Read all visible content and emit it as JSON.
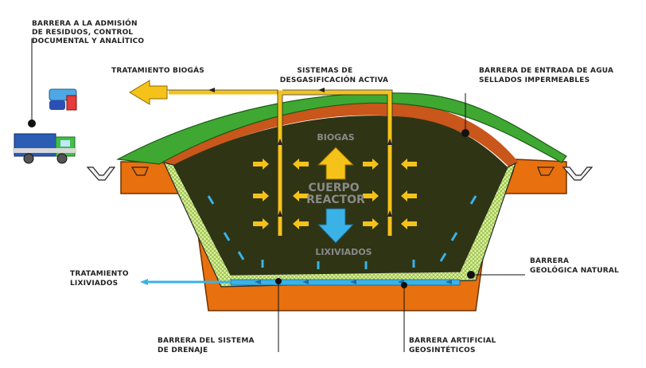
{
  "labels": {
    "barrera_admision": [
      "BARRERA A LA ADMISIÓN",
      "DE RESIDUOS, CONTROL",
      "DOCUMENTAL Y ANALÍTICO"
    ],
    "tratamiento_biogas": "TRATAMIENTO BIOGÁS",
    "sistemas_desgasificacion": [
      "SISTEMAS DE",
      "DESGASIFICACIÓN ACTIVA"
    ],
    "barrera_entrada_agua": [
      "BARRERA DE ENTRADA DE AGUA",
      "SELLADOS IMPERMEABLES"
    ],
    "biogas": "BIOGAS",
    "cuerpo_reactor": [
      "CUERPO",
      "REACTOR"
    ],
    "lixiviados": "LIXIVIADOS",
    "tratamiento_lixiviados": [
      "TRATAMIENTO",
      "LIXIVIADOS"
    ],
    "barrera_geologica": [
      "BARRERA",
      "GEOLÓGICA NATURAL"
    ],
    "barrera_drenaje": [
      "BARRERA DEL SISTEMA",
      "DE DRENAJE"
    ],
    "barrera_artificial": [
      "BARRERA ARTIFICIAL",
      "GEOSINTÉTICOS"
    ]
  },
  "colors": {
    "geologic": "#e8700f",
    "cap_green": "#3fa832",
    "waste": "#2f3414",
    "pipe": "#f5c21a",
    "leachate": "#3ab2e6",
    "liner": "#d6e89a"
  }
}
